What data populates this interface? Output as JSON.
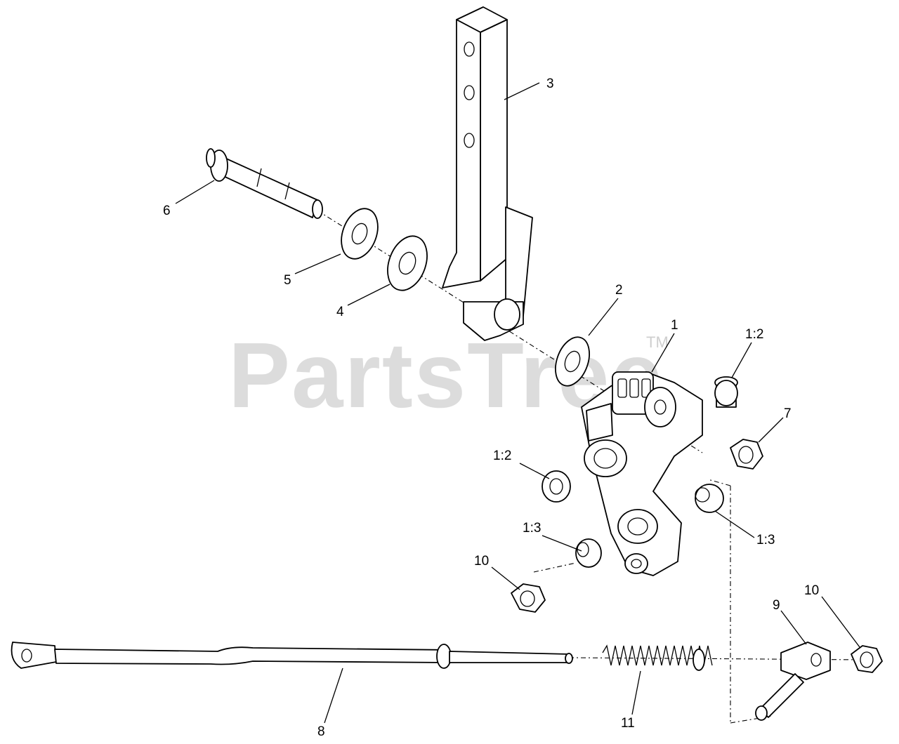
{
  "watermark": {
    "brand": "PartsTree",
    "trademark": "TM"
  },
  "callouts": {
    "c1": "1",
    "c2": "2",
    "c3": "3",
    "c4": "4",
    "c5": "5",
    "c6": "6",
    "c7": "7",
    "c8": "8",
    "c9": "9",
    "c10a": "10",
    "c10b": "10",
    "c11": "11",
    "c12a": "1:2",
    "c12b": "1:2",
    "c13a": "1:3",
    "c13b": "1:3"
  }
}
